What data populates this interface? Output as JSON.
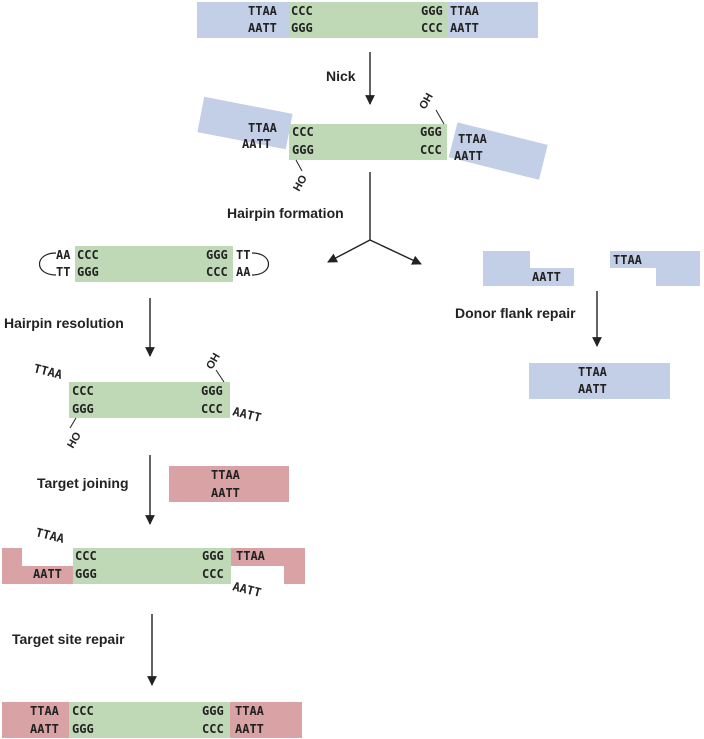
{
  "colors": {
    "core": "#bfd9b6",
    "donor": "#c3cfe6",
    "target": "#d9a2a5",
    "text": "#222222"
  },
  "labels": {
    "nick": "Nick",
    "hairpin_formation": "Hairpin formation",
    "hairpin_resolution": "Hairpin resolution",
    "donor_flank_repair": "Donor flank repair",
    "target_joining": "Target joining",
    "target_site_repair": "Target site repair"
  },
  "seq": {
    "ttaa": "TTAA",
    "aatt": "AATT",
    "ccc": "CCC",
    "ggg": "GGG",
    "aa": "AA",
    "tt": "TT",
    "oh": "OH",
    "ho": "HO"
  }
}
